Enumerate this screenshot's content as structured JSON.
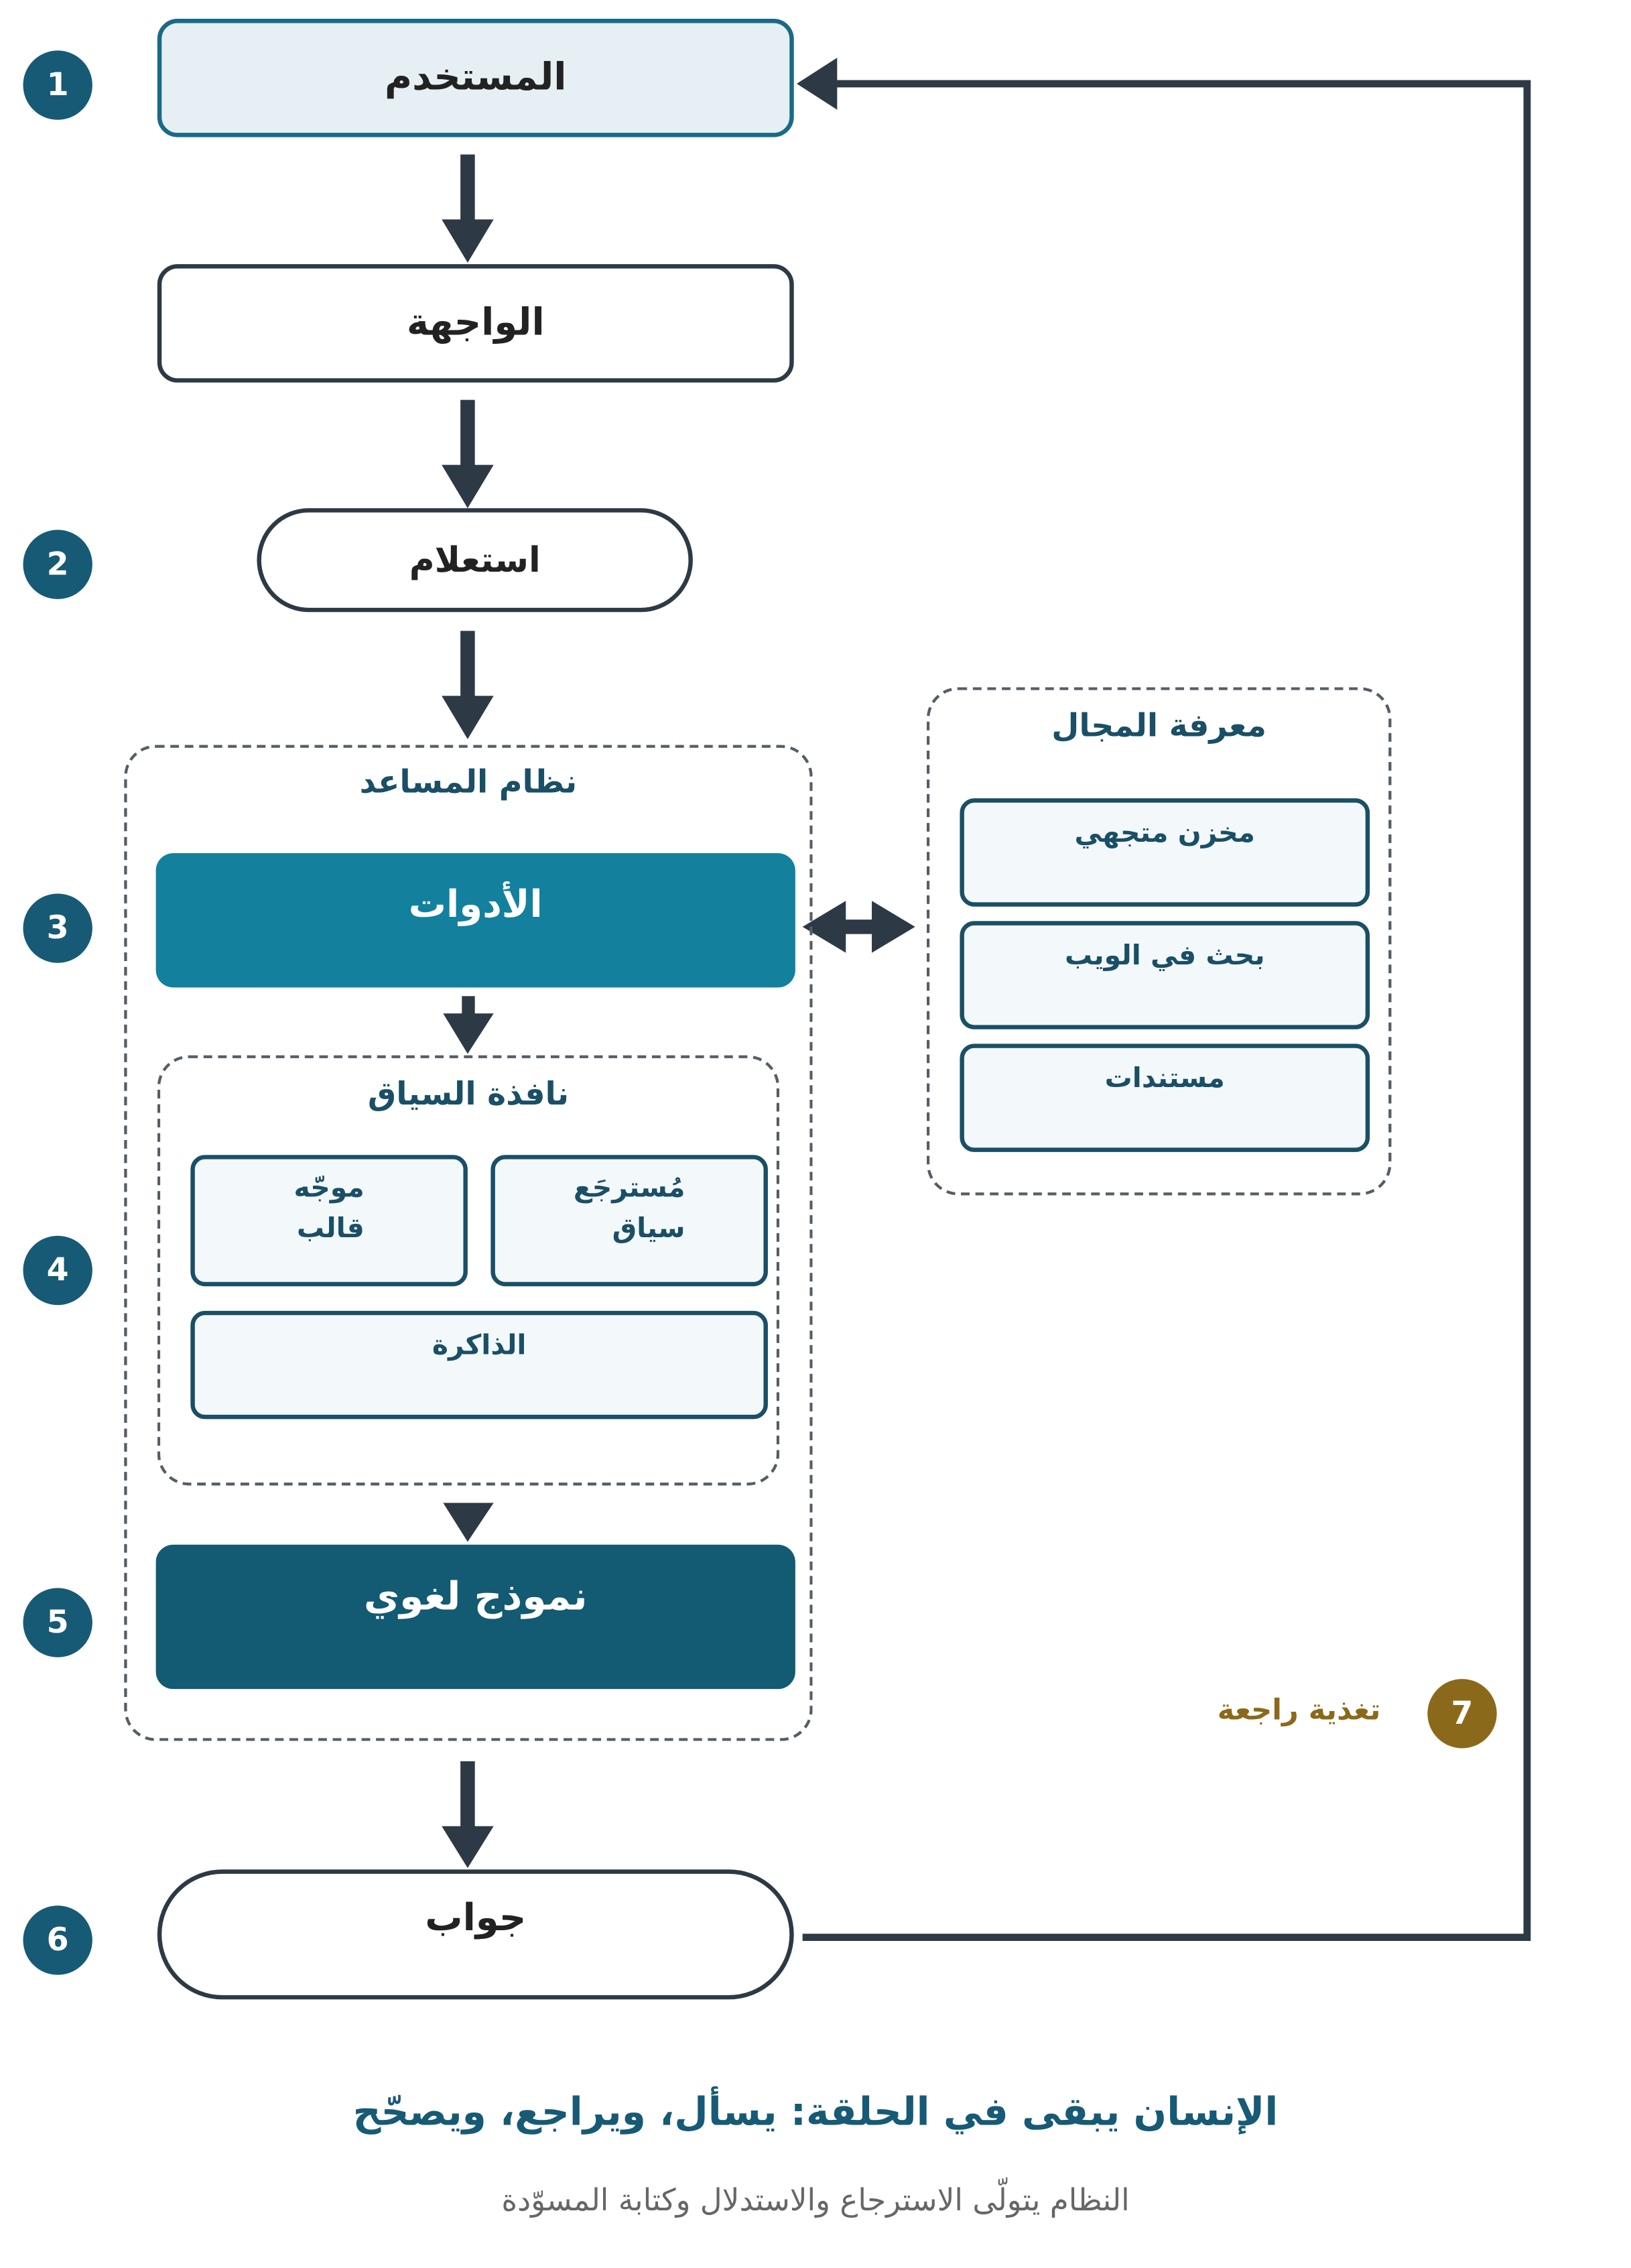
{
  "nodes": {
    "user": "المستخدم",
    "interface": "الواجهة",
    "query": "استعلام",
    "assistant_system": "نظام المساعد",
    "tools": "الأدوات",
    "context_window": "نافذة السياق",
    "context_retriever": "مُسترجَع\nسياق",
    "prompt_template": "موجّه\nقالب",
    "memory": "الذاكرة",
    "language_model": "نموذج لغوي",
    "answer": "جواب",
    "domain_knowledge": "معرفة المجال",
    "vector_store": "مخزن متجهي",
    "web_search": "بحث في الويب",
    "documents": "مستندات",
    "feedback": "تغذية راجعة"
  },
  "steps": [
    "1",
    "2",
    "3",
    "4",
    "5",
    "6",
    "7"
  ],
  "caption": {
    "title": "الإنسان يبقى في الحلقة: يسأل، ويراجع، ويصحّح",
    "subtitle": "النظام يتولّى الاسترجاع والاستدلال وكتابة المسوّدة"
  },
  "colors": {
    "dark_navy": "#2d3a45",
    "teal": "#13809e",
    "dark_teal": "#135a73",
    "step_blue": "#175a75",
    "feedback_gold": "#8a6a1a",
    "light_fill": "#f3f8fb"
  }
}
